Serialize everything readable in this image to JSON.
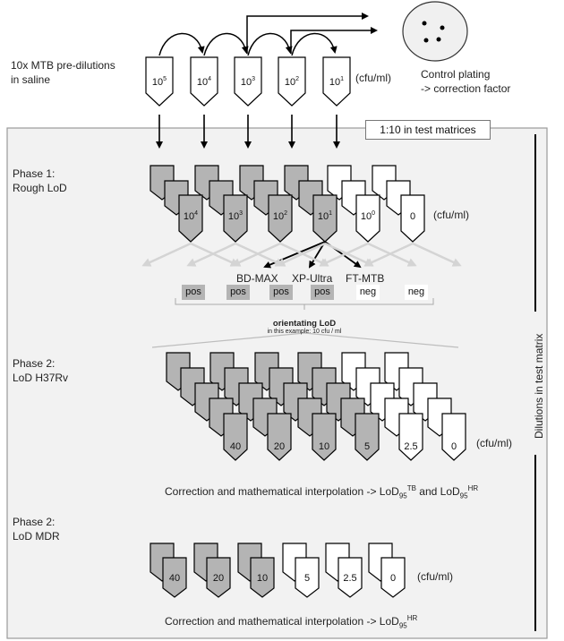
{
  "prediltuion_label": "10x MTB pre-dilutions\nin saline",
  "predilution": {
    "label_line1": "10x MTB pre-dilutions",
    "label_line2": "in saline",
    "values": [
      5,
      4,
      3,
      2,
      1
    ],
    "unit": "(cfu/ml)"
  },
  "control": {
    "line1": "Control plating",
    "line2": "-> correction factor"
  },
  "box_label": "1:10 in test matrices",
  "vertical_label": "Dilutions in test matrix",
  "phase1": {
    "title_line1": "Phase 1:",
    "title_line2": "Rough LoD",
    "values": [
      4,
      3,
      2,
      1,
      0
    ],
    "zero": "0",
    "unit": "(cfu/ml)",
    "assays": [
      "BD-MAX",
      "XP-Ultra",
      "FT-MTB"
    ],
    "results": [
      "pos",
      "pos",
      "pos",
      "pos",
      "neg",
      "neg"
    ],
    "orienting_title": "orientating LoD",
    "orienting_sub": "in this example: 10 cfu / ml"
  },
  "phase2a": {
    "title_line1": "Phase 2:",
    "title_line2": "LoD H37Rv",
    "values": [
      "40",
      "20",
      "10",
      "5",
      "2.5",
      "0"
    ],
    "unit": "(cfu/ml)",
    "caption_prefix": "Correction and mathematical interpolation -> LoD",
    "sub": "95",
    "sup1": "TB",
    "mid": " and LoD",
    "sup2": "HR"
  },
  "phase2b": {
    "title_line1": "Phase 2:",
    "title_line2": "LoD MDR",
    "values": [
      "40",
      "20",
      "10",
      "5",
      "2.5",
      "0"
    ],
    "unit": "(cfu/ml)",
    "caption_prefix": "Correction and mathematical interpolation -> LoD",
    "sub": "95",
    "sup": "HR"
  },
  "colors": {
    "gray": "#b4b4b4",
    "panel": "#f2f2f2",
    "arrowGray": "#d4d4d4"
  }
}
